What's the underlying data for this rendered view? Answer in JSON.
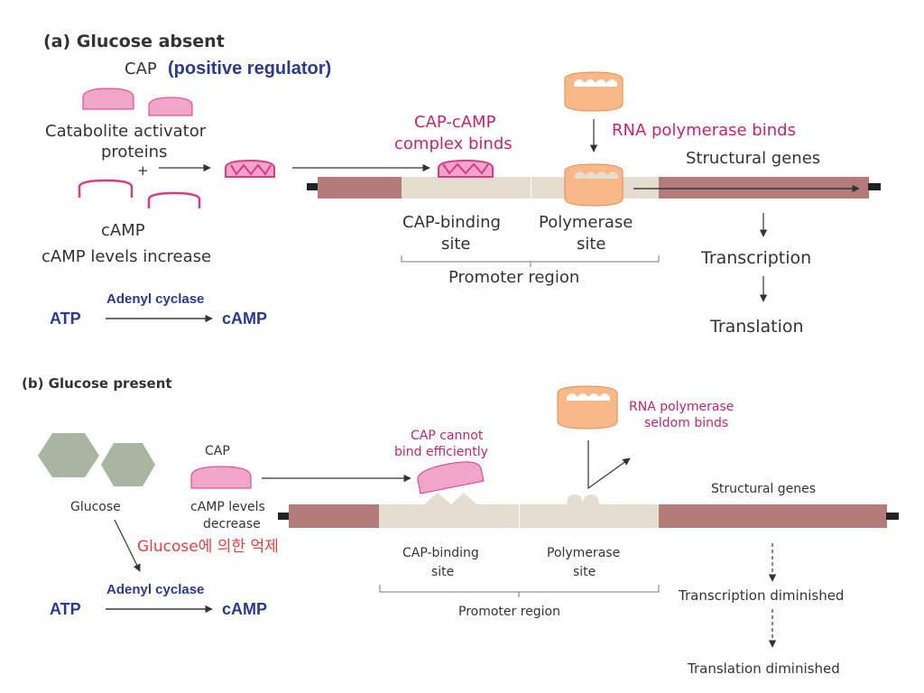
{
  "colors": {
    "dna_flank": "#b47c78",
    "promoter": "#e4ddd0",
    "cap_pink": "#f2a5cb",
    "cap_stroke": "#d93a86",
    "polymerase": "#f9b888",
    "glucose": "#a9b5a3",
    "magenta_text": "#c72467",
    "blue_text": "#2b3990",
    "red_text": "#e53e3e",
    "dark_text": "#333333"
  },
  "panel_a": {
    "title": "(a) Glucose absent",
    "cap_label": "CAP",
    "positive_regulator": "(positive regulator)",
    "catabolite_line1": "Catabolite activator",
    "catabolite_line2": "proteins",
    "plus": "+",
    "camp_label": "cAMP",
    "camp_levels": "cAMP levels increase",
    "cap_camp_line1": "CAP-cAMP",
    "cap_camp_line2": "complex binds",
    "rna_pol": "RNA polymerase binds",
    "structural_genes": "Structural genes",
    "cap_binding_line1": "CAP-binding",
    "cap_binding_line2": "site",
    "polymerase_line1": "Polymerase",
    "polymerase_line2": "site",
    "promoter_region": "Promoter region",
    "transcription": "Transcription",
    "translation": "Translation",
    "enzyme": "Adenyl cyclase",
    "atp": "ATP",
    "camp_product": "cAMP"
  },
  "panel_b": {
    "title": "(b) Glucose present",
    "glucose": "Glucose",
    "cap_label": "CAP",
    "camp_levels_line1": "cAMP levels",
    "camp_levels_line2": "decrease",
    "korean_note": "Glucose에 의한 억제",
    "cap_cannot_line1": "CAP cannot",
    "cap_cannot_line2": "bind efficiently",
    "rna_pol_line1": "RNA polymerase",
    "rna_pol_line2": "seldom binds",
    "structural_genes": "Structural genes",
    "cap_binding_line1": "CAP-binding",
    "cap_binding_line2": "site",
    "polymerase_line1": "Polymerase",
    "polymerase_line2": "site",
    "promoter_region": "Promoter region",
    "transcription": "Transcription diminished",
    "translation": "Translation diminished",
    "enzyme": "Adenyl cyclase",
    "atp": "ATP",
    "camp_product": "cAMP"
  }
}
